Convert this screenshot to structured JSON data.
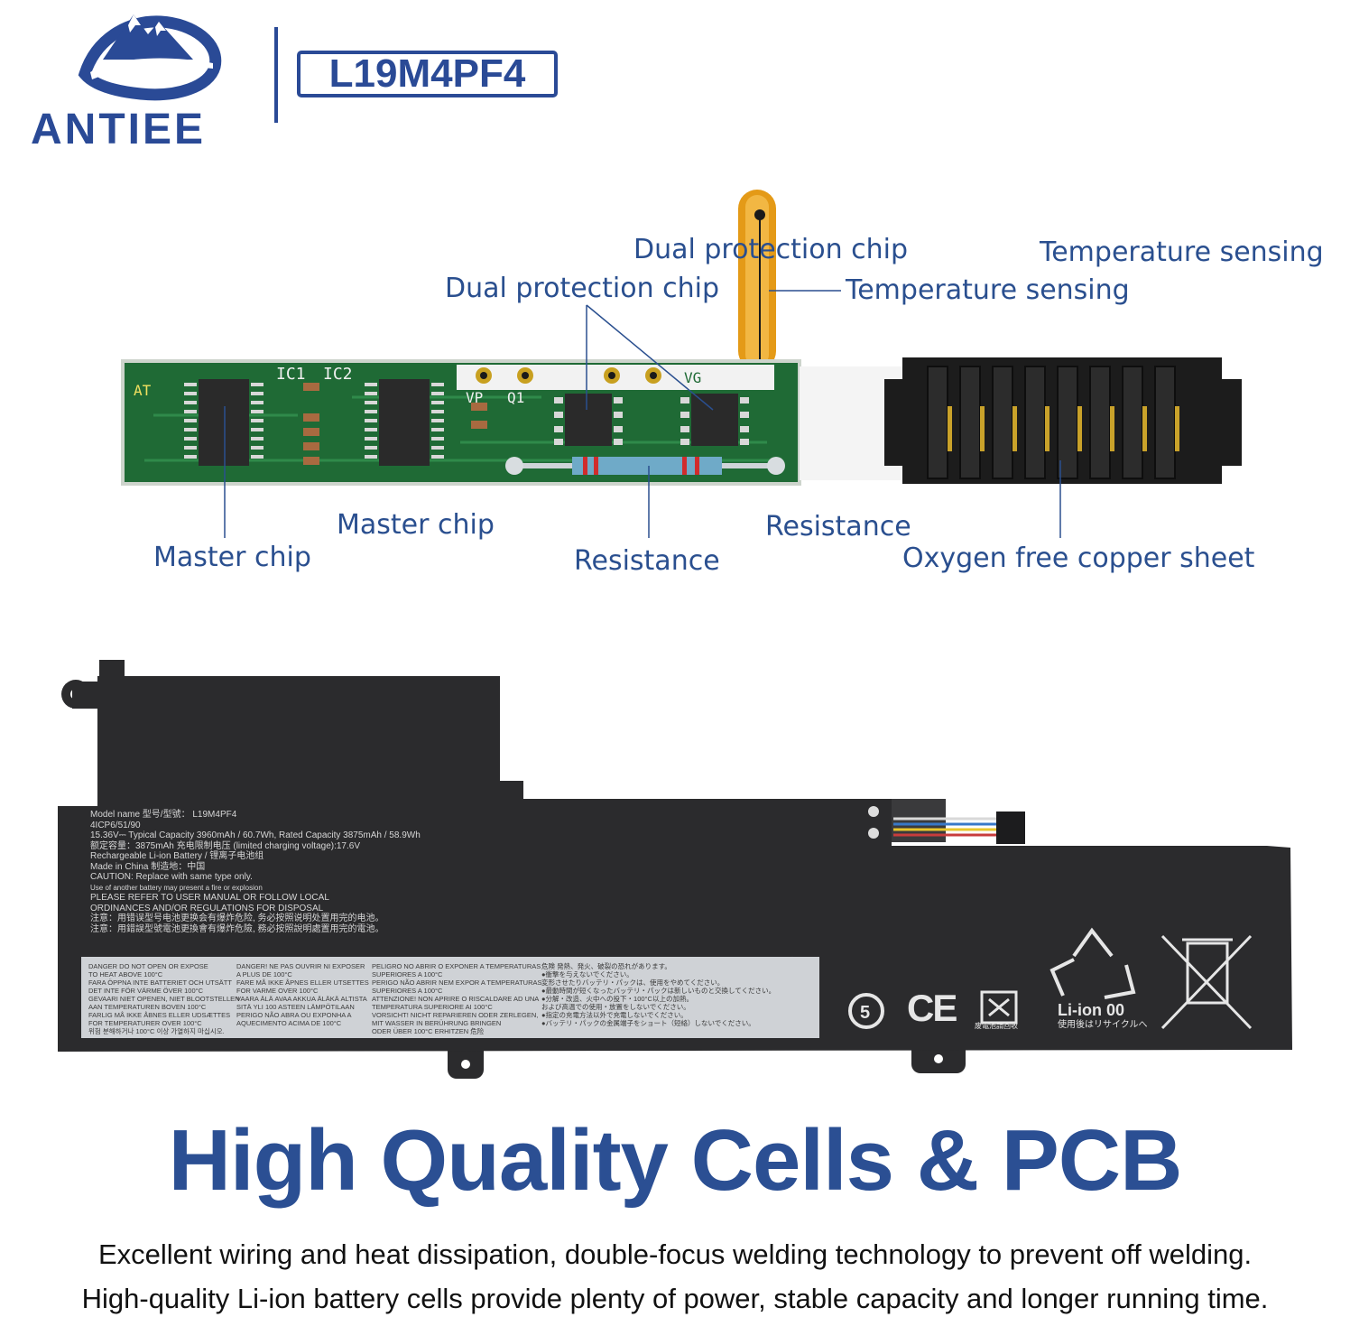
{
  "header": {
    "brand": "ANTIEE",
    "model": "L19M4PF4",
    "logo_icon": "mountain-swoosh-icon"
  },
  "callouts": {
    "dual_protection_chip": "Dual protection chip",
    "temperature_sensing": "Temperature sensing",
    "master_chip": "Master chip",
    "resistance": "Resistance",
    "oxygen_free_copper_sheet": "Oxygen free copper sheet"
  },
  "pcb": {
    "silkscreen_ic1": "IC1",
    "silkscreen_ic2": "IC2",
    "silkscreen_at": "AT",
    "silkscreen_vp": "VP",
    "silkscreen_q1": "Q1",
    "silkscreen_vg": "VG"
  },
  "battery_label": {
    "line1": "Model name 型号/型號：  L19M4PF4",
    "line2": "4ICP6/51/90",
    "line3": "15.36V⎓  Typical Capacity 3960mAh / 60.7Wh, Rated Capacity 3875mAh / 58.9Wh",
    "line4": "额定容量：3875mAh  充电限制电压 (limited charging voltage):17.6V",
    "line5": "Rechargeable Li-ion Battery / 锂离子电池组",
    "line6": "Made in China  制造地：中国",
    "line7": "CAUTION: Replace with same type only.",
    "line8": "Use of another battery may present a fire or explosion",
    "line9": "PLEASE REFER TO USER MANUAL OR FOLLOW LOCAL",
    "line10": "ORDINANCES AND/OR REGULATIONS FOR DISPOSAL",
    "line11": "注意：用错误型号电池更换会有爆炸危险, 务必按照说明处置用完的电池。",
    "line12": "注意：用錯誤型號電池更換會有爆炸危險, 務必按照說明處置用完的電池。"
  },
  "warnings": {
    "col1": [
      "DANGER  DO NOT OPEN OR EXPOSE",
      "TO HEAT ABOVE 100°C",
      "FARA  ÖPPNA INTE BATTERIET OCH UTSÄTT",
      "DET INTE FÖR VÄRME ÖVER 100°C",
      "GEVAARI  NIET OPENEN, NIET BLOOTSTELLEN",
      "AAN TEMPERATUREN BOVEN 100°C",
      "FARLIG  MÅ IKKE ÅBNES ELLER UDSÆTTES",
      "FOR TEMPERATURER OVER 100°C",
      "위험  분해하거나 100°C 이상 가열하지 마십시오."
    ],
    "col2": [
      "DANGER!  NE PAS OUVRIR NI EXPOSER",
      "A PLUS DE 100°C",
      "FARE  MÅ IKKE ÅPNES ELLER UTSETTES",
      "FOR VARME OVER 100°C",
      "VAARA  ÄLÄ AVAA AKKUA ÄLÄKÄ ALTISTA",
      "SITÄ YLI 100 ASTEEN LÄMPÖTILAAN",
      "PERIGO  NÃO ABRA OU EXPONHA A",
      "AQUECIMENTO ACIMA DE 100°C"
    ],
    "col3": [
      "PELIGRO  NO ABRIR O EXPONER A TEMPERATURAS",
      "SUPERIORES A 100°C",
      "PERIGO  NÃO ABRIR NEM EXPOR A TEMPERATURAS",
      "SUPERIORES A 100°C",
      "ATTENZIONE!  NON APRIRE O RISCALDARE AD UNA",
      "TEMPERATURA SUPERIORE AI 100°C",
      "VORSICHT!  NICHT REPARIEREN ODER ZERLEGEN,",
      "MIT WASSER IN BERÜHRUNG BRINGEN",
      "ODER ÜBER 100°C ERHITZEN   危险"
    ],
    "col4": [
      "危険  発熱、発火、破裂の恐れがあります。",
      "●衝撃を与えないでください。",
      "変形させたりバッテリ・パックは、使用をやめてください。",
      "●最動時間が短くなったバッテリ・パックは新しいものと交換してください。",
      "●分解・改造、火中への投下・100°C以上の加熱。",
      "および高温での使用・放置をしないでください。",
      "●指定の充電方法以外で充電しないでください。",
      "●バッテリ・パックの金属端子をショート（短絡）しないでください。"
    ]
  },
  "certifications": {
    "ce": "CE",
    "liion": "Li-ion 00",
    "liion_sub": "使用後はリサイクルへ",
    "recycle_caption": "废電池請回收"
  },
  "headline": "High Quality Cells & PCB",
  "description": {
    "line1": "Excellent wiring and heat dissipation, double-focus welding technology to prevent off welding.",
    "line2": "High-quality Li-ion battery cells provide plenty of power, stable capacity and longer running time."
  },
  "colors": {
    "brand_blue": "#2a4a96",
    "callout_blue": "#2a4f8f",
    "pcb_green": "#1f6a35",
    "flex_cable": "#e49a17",
    "battery_body": "#2b2b2d"
  }
}
